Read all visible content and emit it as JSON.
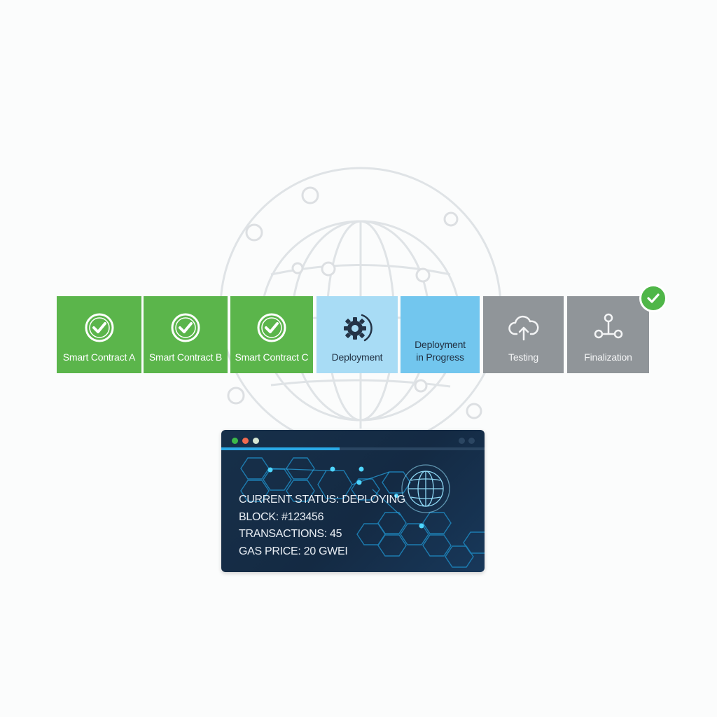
{
  "pipeline": {
    "stages": [
      {
        "label": "Smart Contract A",
        "status": "completed",
        "icon": "check-circle-icon"
      },
      {
        "label": "Smart Contract B",
        "status": "completed",
        "icon": "check-circle-icon"
      },
      {
        "label": "Smart Contract C",
        "status": "completed",
        "icon": "check-circle-icon"
      },
      {
        "label": "Deployment",
        "status": "active",
        "icon": "gear-spinner-icon"
      },
      {
        "label": "Deployment in Progress",
        "line1": "Deployment",
        "line2": "in Progress",
        "status": "in-progress",
        "icon": ""
      },
      {
        "label": "Testing",
        "status": "pending",
        "icon": "cloud-upload-icon"
      },
      {
        "label": "Finalization",
        "status": "pending",
        "icon": "network-nodes-icon"
      }
    ],
    "final_badge_icon": "check-icon"
  },
  "status_panel": {
    "window_dots": [
      "#3cb94a",
      "#ef6a4f",
      "#d6e6d3"
    ],
    "progress_percent": 45,
    "lines": [
      "CURRENT STATUS: DEPLOYING",
      "BLOCK: #123456",
      "TRANSACTIONS: 45",
      "GAS PRICE: 20 GWEI"
    ],
    "status": {
      "label": "CURRENT STATUS",
      "value": "DEPLOYING"
    },
    "block": {
      "label": "BLOCK",
      "value": "#123456"
    },
    "transactions": {
      "label": "TRANSACTIONS",
      "value": 45
    },
    "gas_price": {
      "label": "GAS PRICE",
      "value": "20 GWEI"
    }
  },
  "colors": {
    "completed": "#5bb54b",
    "active": "#a8dcf5",
    "in_progress": "#72c6ee",
    "pending": "#909599",
    "panel_bg": "#142a43",
    "accent": "#2aa9e6"
  }
}
